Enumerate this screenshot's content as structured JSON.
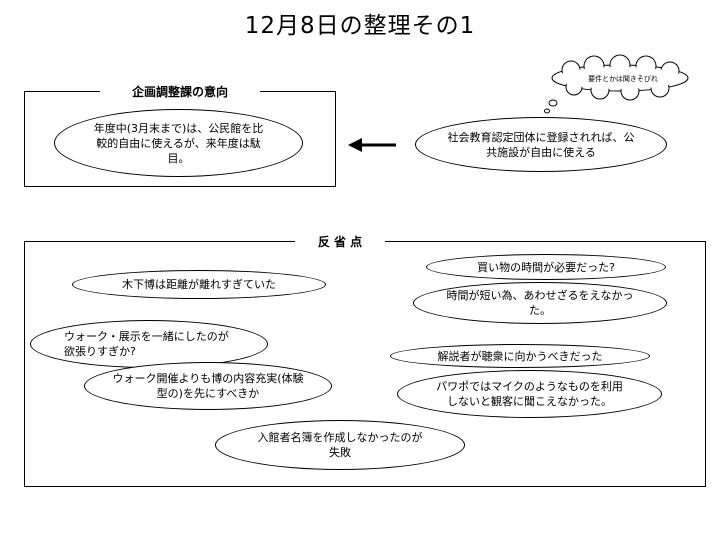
{
  "title": "12月8日の整理その1",
  "top_box": {
    "label": "企画調整課の意向",
    "ellipse_text": "年度中(3月末まで)は、公民館を比較的自由に使えるが、来年度は駄目。"
  },
  "right_ellipse": "社会教育認定団体に登録されれば、公共施設が自由に使える",
  "cloud_text": "要件とかは聞きそびれ",
  "bottom_box": {
    "label": "反 省 点",
    "items": [
      "木下博は距離が離れすぎていた",
      "ウォーク・展示を一緒にしたのが欲張りすぎか?",
      "ウォーク開催よりも博の内容充実(体験型の)を先にすべきか",
      "入館者名簿を作成しなかったのが失敗",
      "買い物の時間が必要だった?",
      "時間が短い為、あわせざるをえなかった。",
      "解説者が聴衆に向かうべきだった",
      "パワポではマイクのようなものを利用しないと観客に聞こえなかった。"
    ]
  }
}
